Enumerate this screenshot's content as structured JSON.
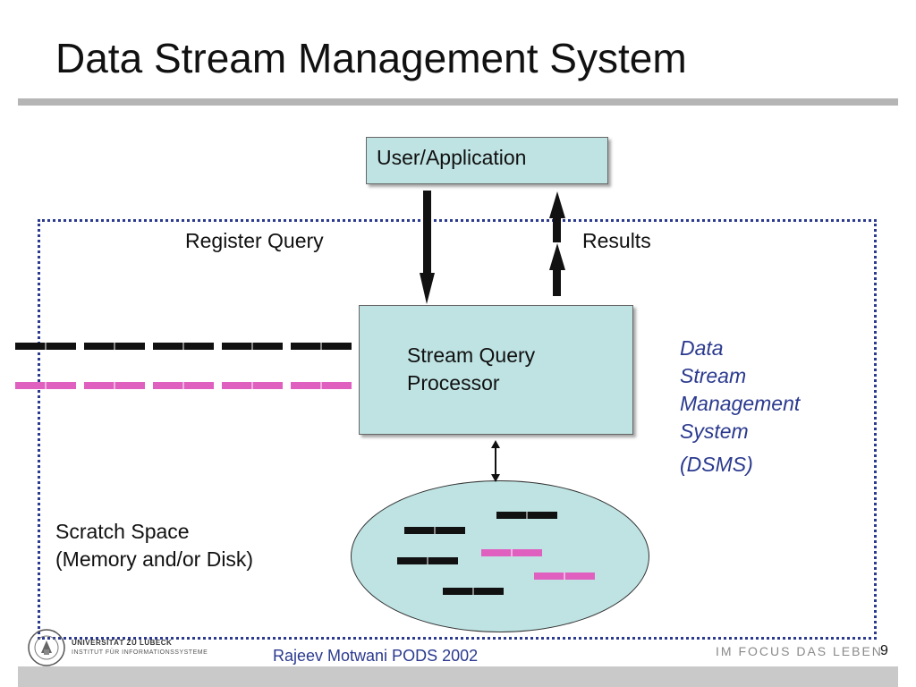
{
  "slide": {
    "title": "Data Stream Management System",
    "page_number": "9"
  },
  "diagram": {
    "user_application": "User/Application",
    "register_query": "Register Query",
    "results": "Results",
    "stream_query_processor": [
      "Stream Query",
      "Processor"
    ],
    "dsms_label": [
      "Data",
      "Stream",
      "Management",
      "System"
    ],
    "dsms_abbr": "(DSMS)",
    "scratch_space": [
      "Scratch Space",
      "(Memory and/or Disk)"
    ]
  },
  "footer": {
    "author": "Rajeev Motwani PODS 2002",
    "tagline": "IM FOCUS DAS LEBEN",
    "university": "UNIVERSITÄT ZU LÜBECK",
    "institute": "INSTITUT FÜR INFORMATIONSSYSTEME"
  },
  "colors": {
    "accent": "#2b3a8f",
    "box_fill": "#bfe3e3",
    "stream_dark": "#111111",
    "stream_pink": "#e060c0",
    "bar_gray": "#b5b5b5"
  }
}
